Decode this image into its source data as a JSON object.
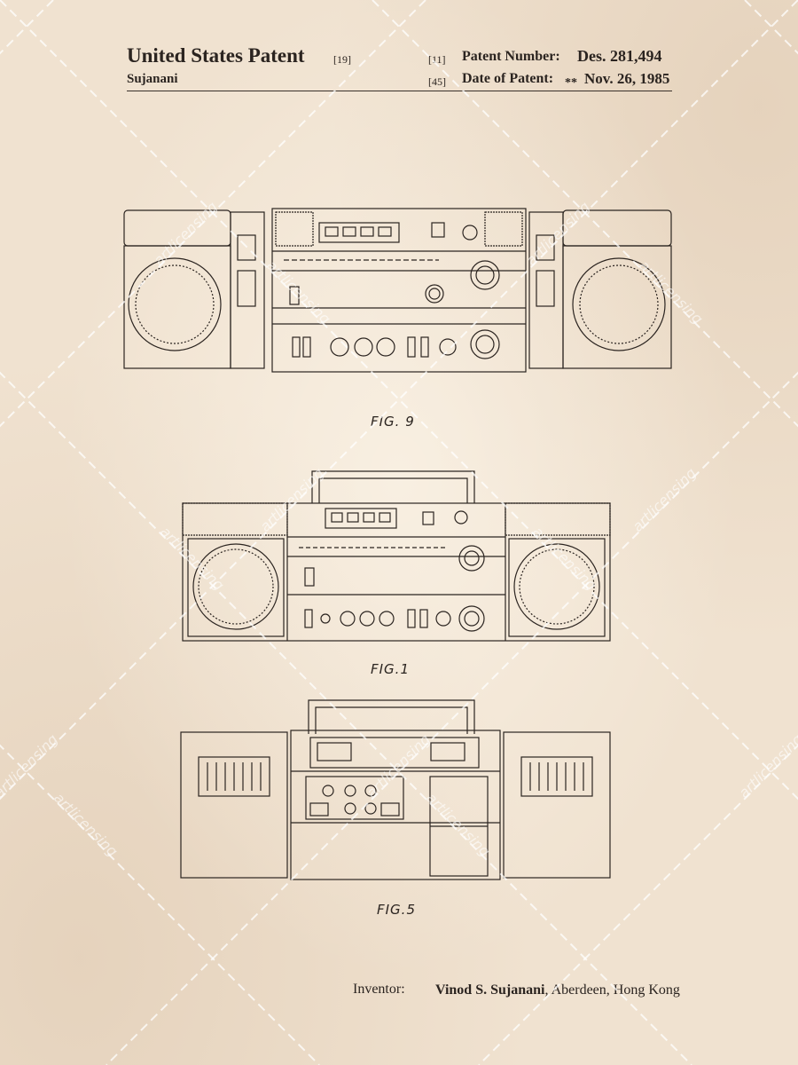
{
  "header": {
    "title": "United States Patent",
    "code_19": "[19]",
    "inventor_surname": "Sujanani",
    "code_11": "[11]",
    "patent_number_label": "Patent Number:",
    "patent_number": "Des. 281,494",
    "code_45": "[45]",
    "date_label": "Date of Patent:",
    "date_stars": "**",
    "date": "Nov. 26, 1985"
  },
  "figures": {
    "fig9_label": "FIG. 9",
    "fig1_label": "FIG.1",
    "fig5_label": "FIG.5"
  },
  "footer": {
    "inventor_label": "Inventor:",
    "inventor_name": "Vinod S. Sujanani",
    "inventor_location": ", Aberdeen, Hong Kong"
  },
  "watermark": {
    "text": "artlicensing"
  },
  "colors": {
    "paper": "#f0e2d0",
    "ink": "#2b2420"
  }
}
